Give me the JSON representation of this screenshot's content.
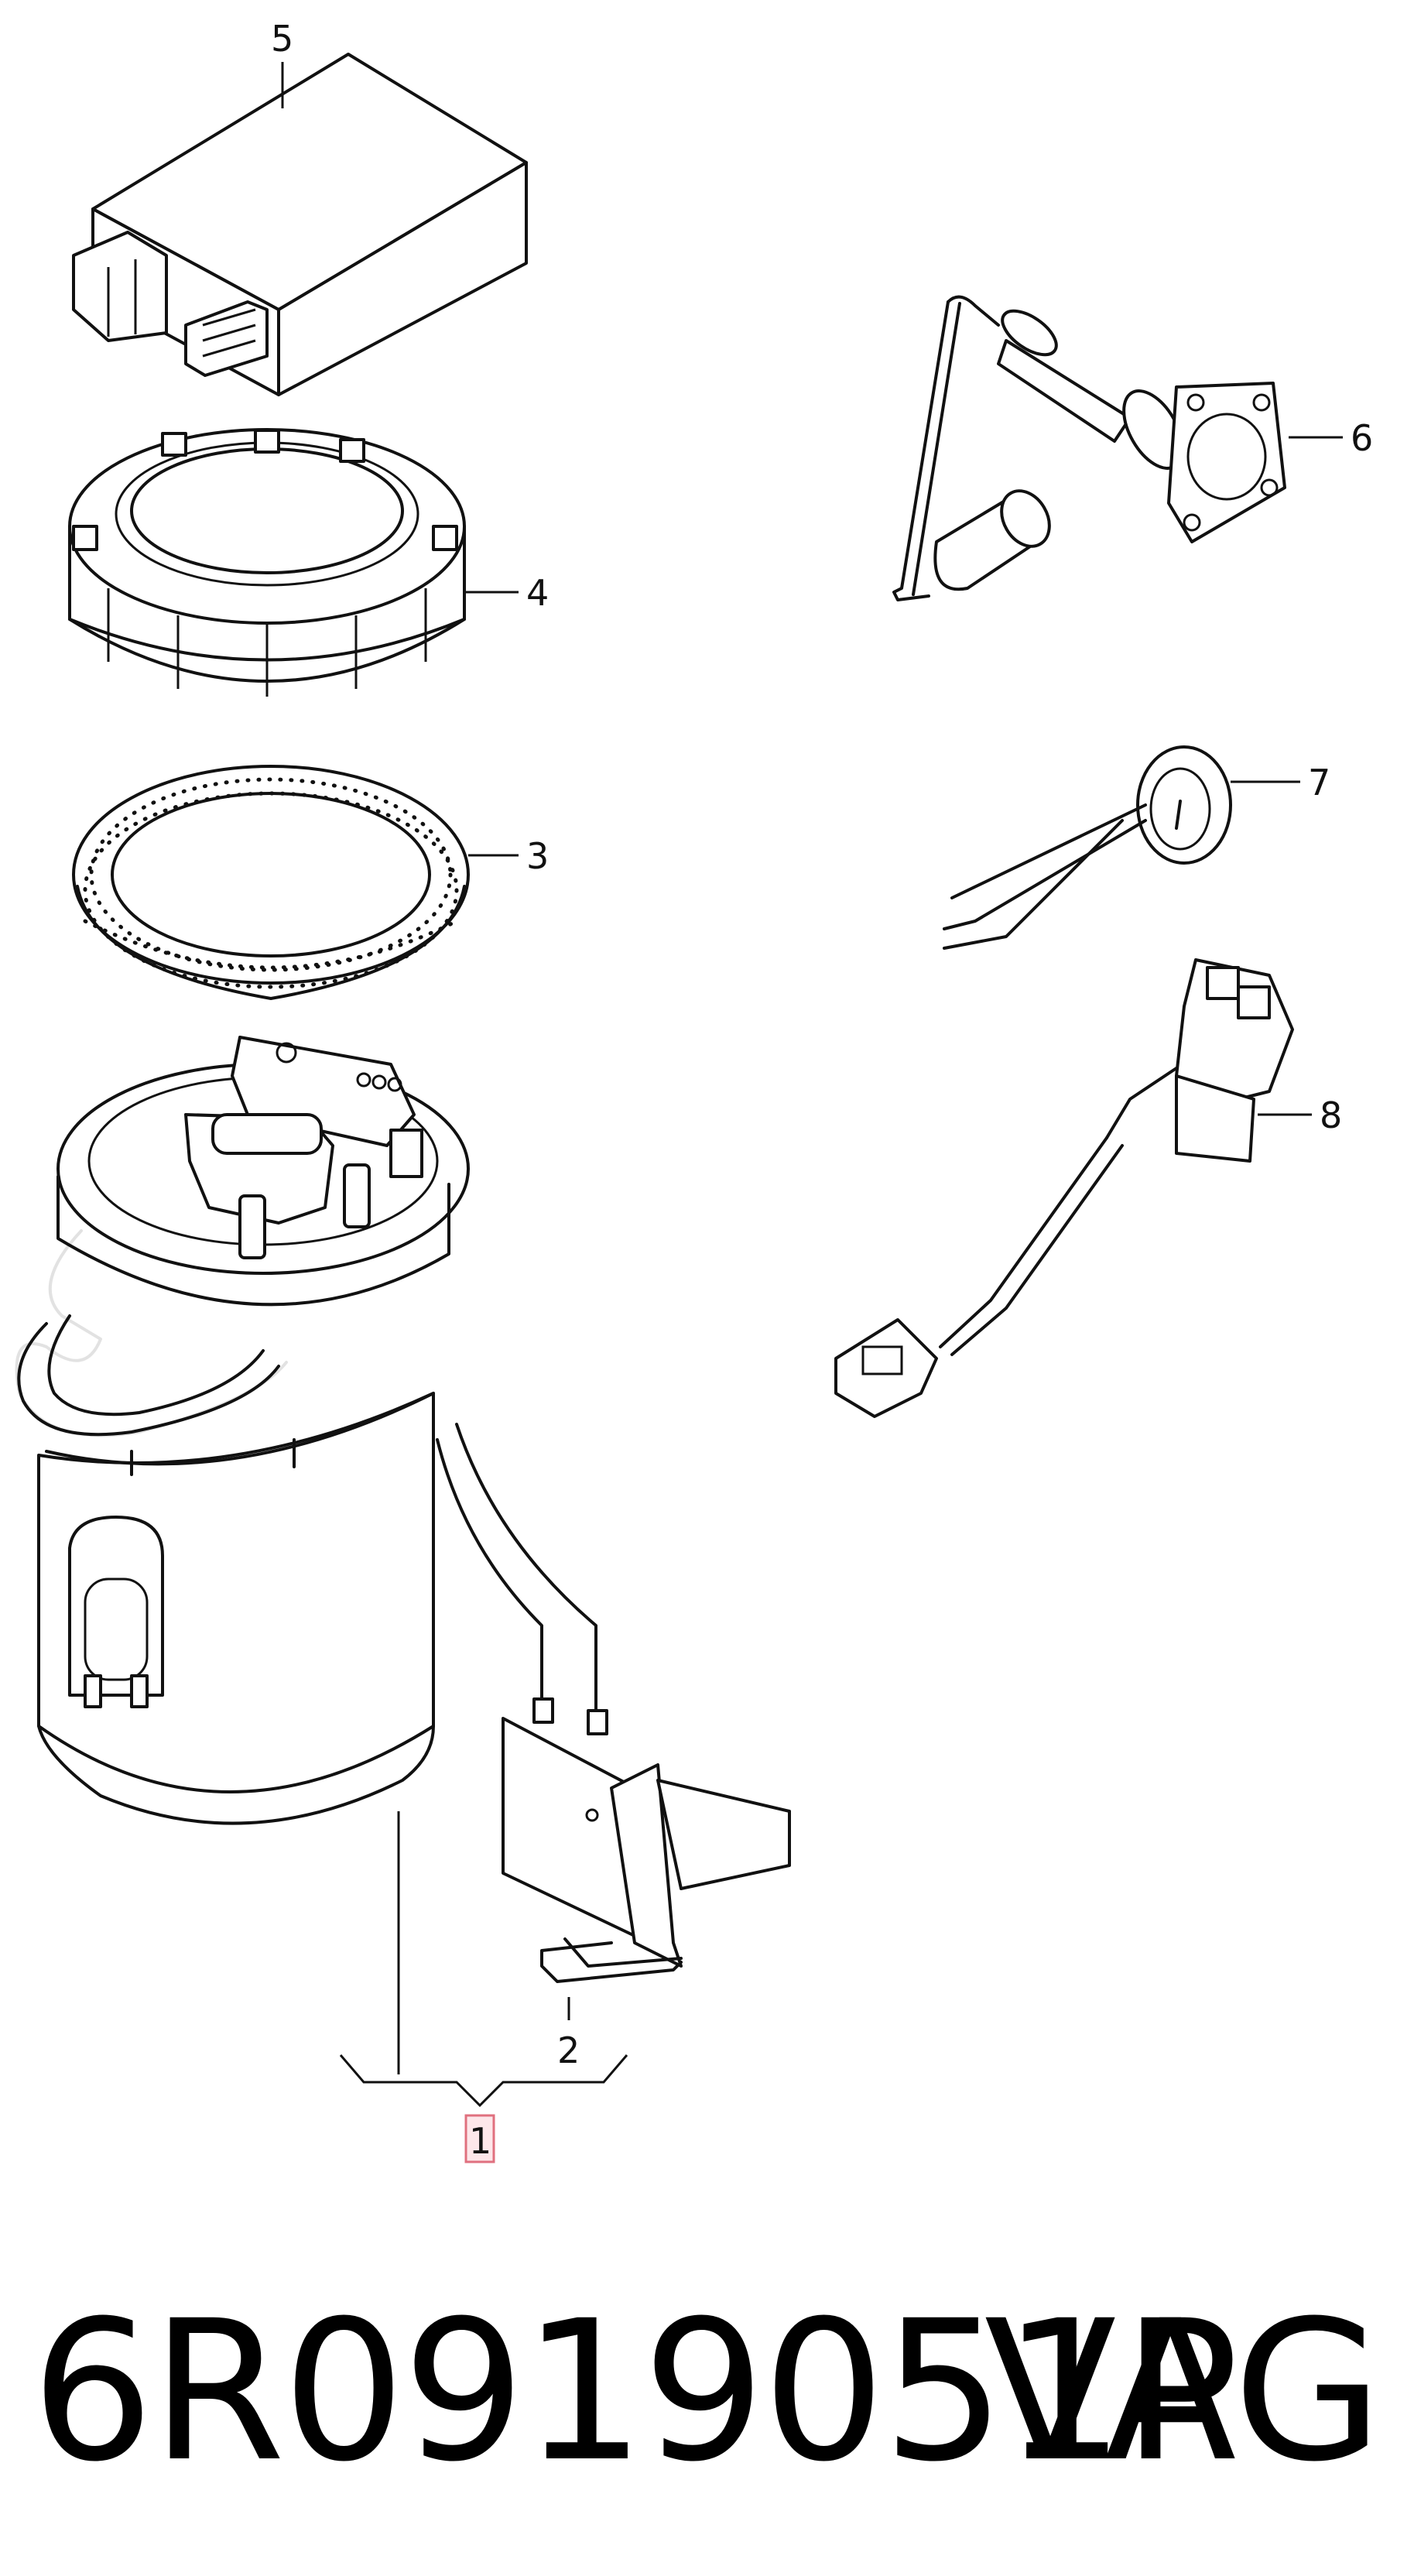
{
  "callouts": {
    "c1": "1",
    "c2": "2",
    "c3": "3",
    "c4": "4",
    "c5": "5",
    "c6": "6",
    "c7": "7",
    "c8": "8"
  },
  "footer": {
    "part_number": "6R0919051P",
    "brand": "VAG"
  },
  "colors": {
    "line": "#111111",
    "highlight_fill": "#fde7ea",
    "highlight_border": "#e0707f"
  }
}
